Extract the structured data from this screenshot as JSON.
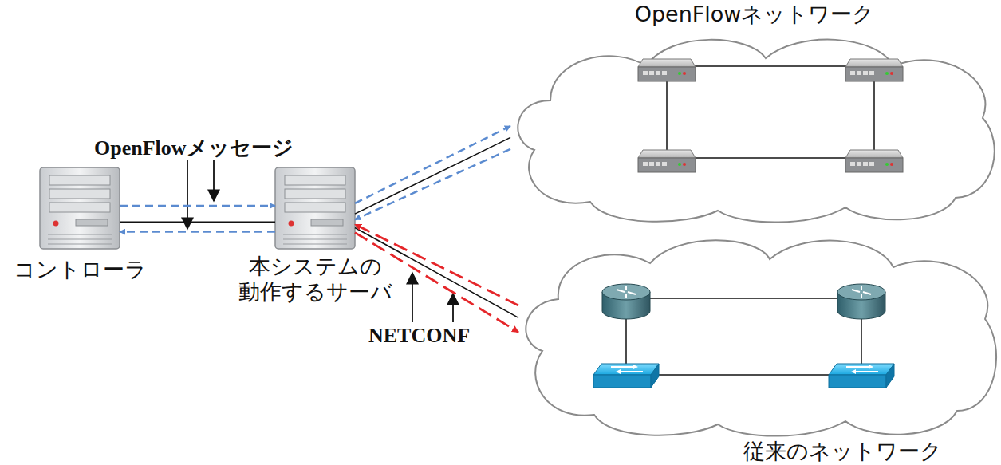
{
  "diagram": {
    "nodes": [
      {
        "text": [
          "コントローラ"
        ]
      },
      {
        "text": [
          "本システムの 動作するサーバ"
        ]
      },
      {
        "text": [
          "OpenFlowネットワーク"
        ]
      },
      {
        "text": [
          "従来のネットワーク"
        ]
      }
    ],
    "edges": [
      {
        "from": 0,
        "to": 1,
        "arrow": "none"
      },
      {
        "from": 0,
        "to": 1,
        "arrow": "to"
      },
      {
        "from": 1,
        "to": 0,
        "arrow": "to"
      },
      {
        "from": 1,
        "to": 2,
        "arrow": "none"
      },
      {
        "from": 1,
        "to": 2,
        "arrow": "to"
      },
      {
        "from": 2,
        "to": 1,
        "arrow": "to"
      },
      {
        "from": 1,
        "to": 3,
        "arrow": "none"
      },
      {
        "from": 1,
        "to": 3,
        "arrow": "to"
      },
      {
        "from": 3,
        "to": 1,
        "arrow": "to"
      }
    ],
    "labels": [
      "OpenFlowメッセージ",
      "NETCONF"
    ]
  }
}
